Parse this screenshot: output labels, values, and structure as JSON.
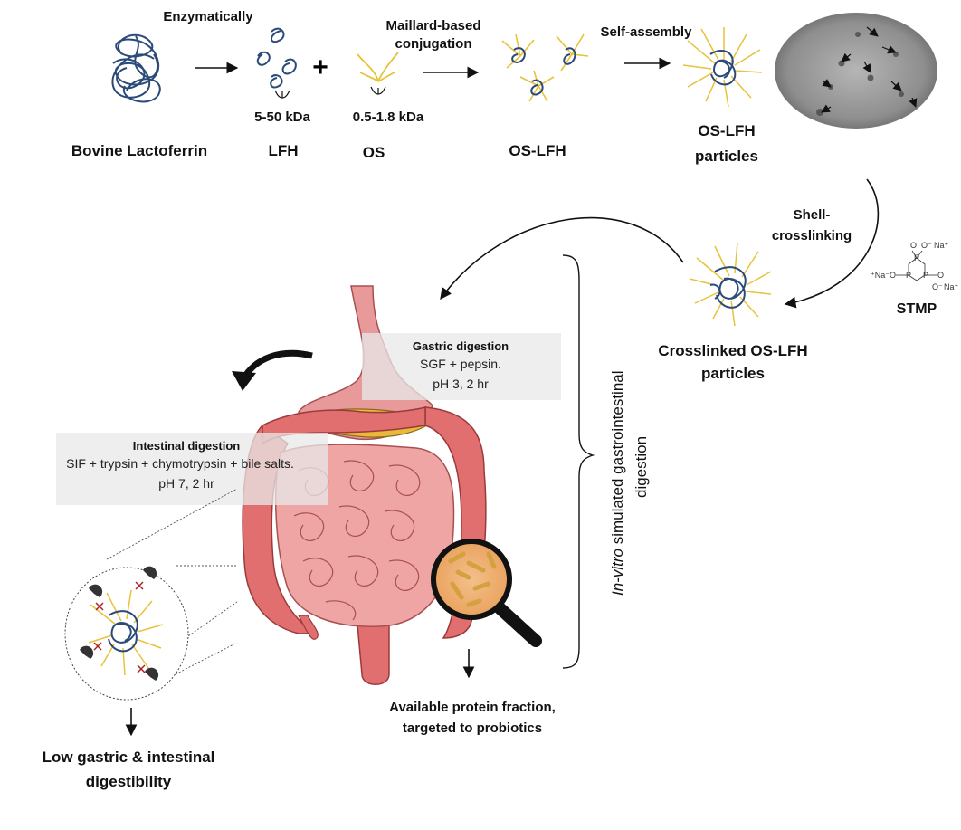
{
  "top_row": {
    "bovine_lactoferrin": "Bovine Lactoferrin",
    "enzymatically": "Enzymatically",
    "lfh_size": "5-50 kDa",
    "lfh": "LFH",
    "plus": "+",
    "os_size": "0.5-1.8 kDa",
    "os": "OS",
    "maillard_line1": "Maillard-based",
    "maillard_line2": "conjugation",
    "os_lfh": "OS-LFH",
    "self_assembly": "Self-assembly",
    "particles_line1": "OS-LFH",
    "particles_line2": "particles"
  },
  "crosslink": {
    "shell_line1": "Shell-",
    "shell_line2": "crosslinking",
    "stmp": "STMP",
    "crosslinked_line1": "Crosslinked OS-LFH",
    "crosslinked_line2": "particles",
    "chem_o": "O",
    "chem_o_minus": "O⁻",
    "chem_na": "Na⁺",
    "chem_p": "P",
    "chem_na_o": "⁺Na⁻O"
  },
  "gastric": {
    "title": "Gastric digestion",
    "line1": "SGF + pepsin.",
    "line2": "pH 3, 2 hr"
  },
  "intestinal": {
    "title": "Intestinal digestion",
    "line1": "SIF + trypsin + chymotrypsin + bile salts.",
    "line2": "pH 7, 2 hr"
  },
  "side": {
    "italic": "In-vitro",
    "rest": " simulated gastrointestinal",
    "line2": "digestion"
  },
  "outcomes": {
    "available_line1": "Available protein fraction,",
    "available_line2": "targeted to probiotics",
    "low_line1": "Low gastric & intestinal",
    "low_line2": "digestibility"
  },
  "colors": {
    "protein": "#2b4a7a",
    "oligosaccharide": "#e8c23a",
    "stomach": "#e89a9a",
    "intestine": "#e26f6f",
    "bile": "#e8b93a"
  }
}
